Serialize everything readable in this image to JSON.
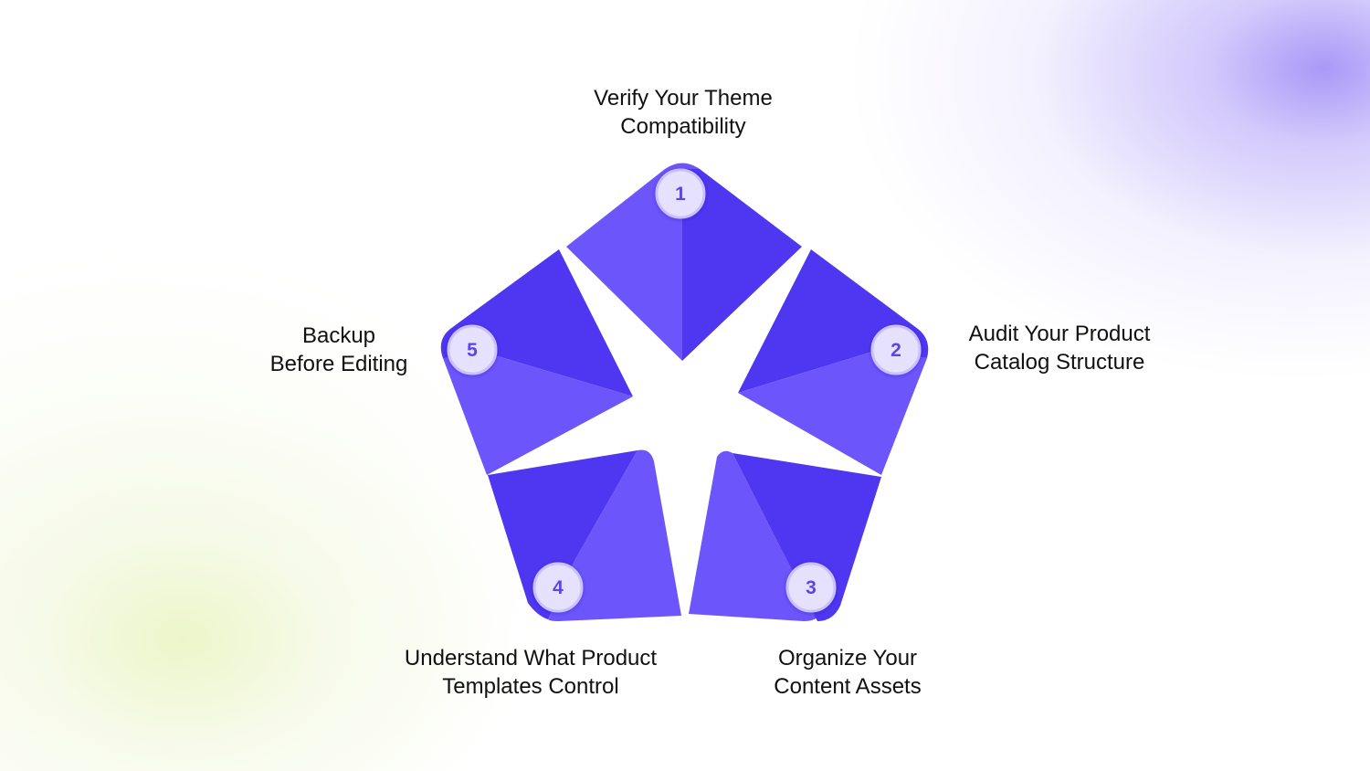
{
  "steps": [
    {
      "number": "1",
      "title_line1": "Verify Your Theme",
      "title_line2": "Compatibility"
    },
    {
      "number": "2",
      "title_line1": "Audit Your Product",
      "title_line2": "Catalog Structure"
    },
    {
      "number": "3",
      "title_line1": "Organize Your",
      "title_line2": "Content Assets"
    },
    {
      "number": "4",
      "title_line1": "Understand What Product",
      "title_line2": "Templates Control"
    },
    {
      "number": "5",
      "title_line1": "Backup",
      "title_line2": "Before Editing"
    }
  ],
  "colors": {
    "petal_dark": "#4f36f0",
    "petal_light": "#6c55fb",
    "badge_fill": "#e6e2fd",
    "badge_text": "#5b45e8",
    "label_text": "#111111"
  }
}
